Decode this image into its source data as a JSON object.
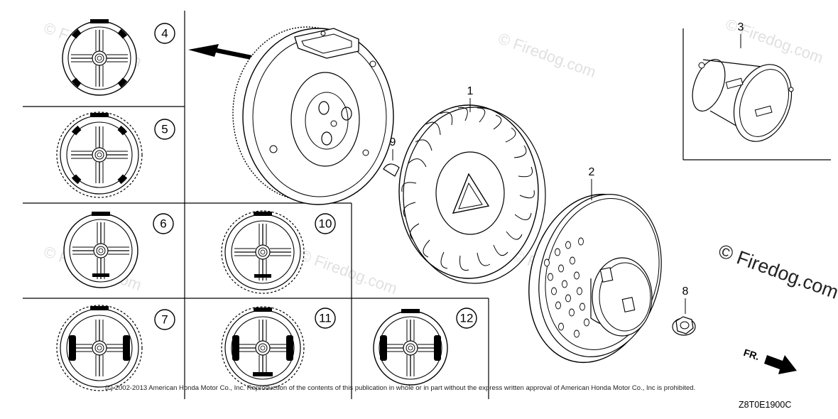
{
  "callouts": {
    "c1": "1",
    "c2": "2",
    "c3": "3",
    "c4": "4",
    "c5": "5",
    "c6": "6",
    "c7": "7",
    "c8": "8",
    "c9": "9",
    "c10": "10",
    "c11": "11",
    "c12": "12"
  },
  "copyright": "(c) 2002-2013 American Honda Motor Co., Inc. Reproduction of the contents of this publication in whole or in part without the express written approval of American Honda Motor Co., Inc is prohibited.",
  "diagram_code": "Z8T0E1900C",
  "watermark": "© Firedog.com",
  "watermark_faint": "© Firedog.com",
  "direction_label": "FR."
}
